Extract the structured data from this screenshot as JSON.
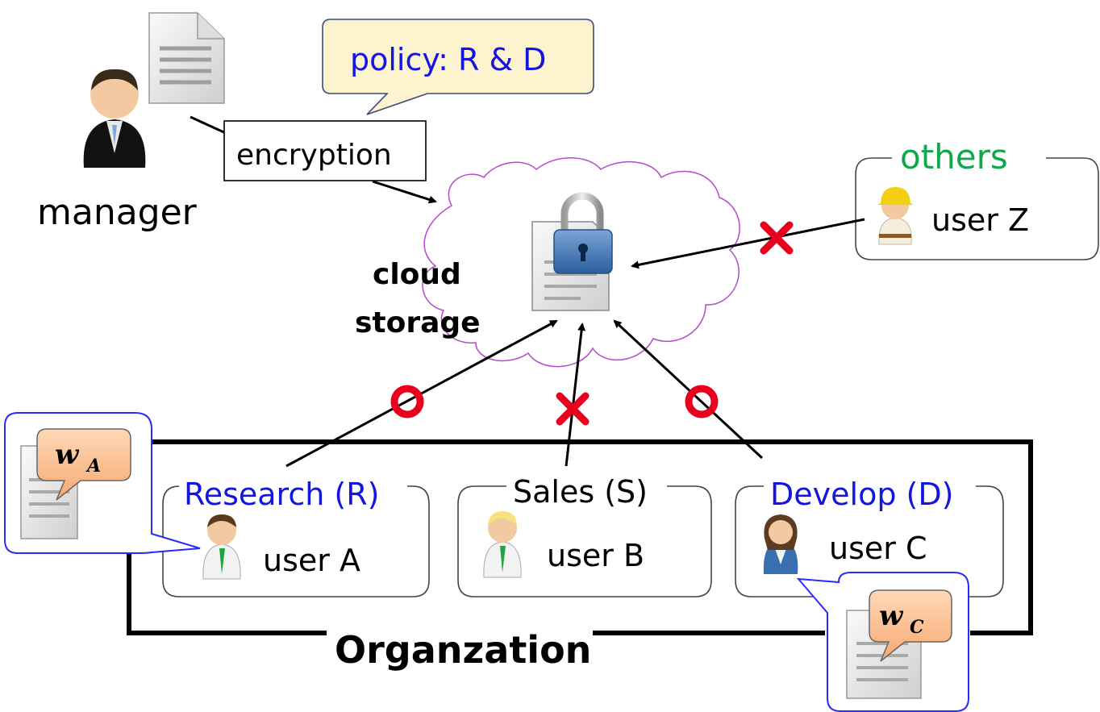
{
  "manager": {
    "label": "manager"
  },
  "policy": {
    "text": "policy:  R & D"
  },
  "encryption": {
    "label": "encryption"
  },
  "cloud": {
    "line1": "cloud",
    "line2": "storage"
  },
  "others": {
    "group_label": "others",
    "user_label": "user Z"
  },
  "organization": {
    "label": "Organzation",
    "groups": [
      {
        "name": "Research (R)",
        "user": "user A",
        "color": "#1515e0"
      },
      {
        "name": "Sales (S)",
        "user": "user B",
        "color": "#000000"
      },
      {
        "name": "Develop (D)",
        "user": "user C",
        "color": "#1515e0"
      }
    ]
  },
  "colors": {
    "allowed": "#e8001c",
    "denied": "#e8001c",
    "cloud_outline": "#b24bc8",
    "bubble_border": "#2a2aff"
  },
  "icons": [
    "document-icon",
    "padlock-icon",
    "manager-avatar-icon",
    "worker-avatar-icon",
    "user-avatar-icon",
    "allow-circle-icon",
    "deny-cross-icon",
    "key-bubble-icon"
  ]
}
